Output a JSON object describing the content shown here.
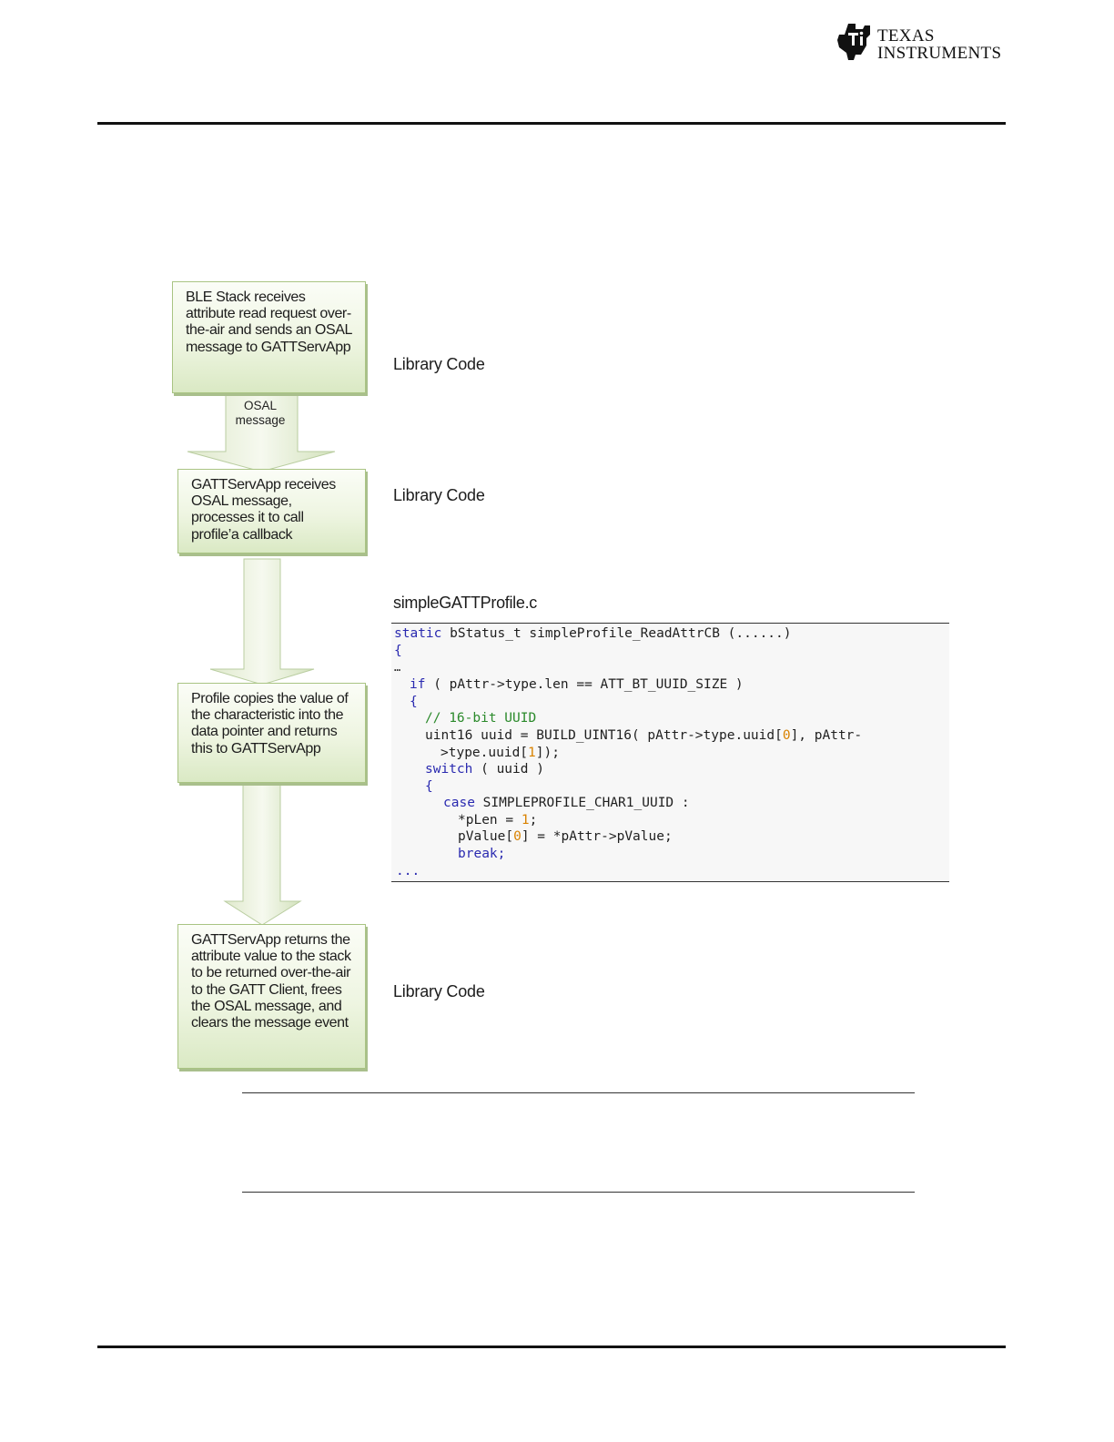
{
  "header": {
    "logo_line1": "Texas",
    "logo_line2": "Instruments",
    "logo_icon": "ti-chip-logo-icon"
  },
  "flow": {
    "boxes": [
      "BLE Stack receives attribute read request over-the-air and sends an OSAL message to GATTServApp",
      "GATTServApp receives OSAL message, processes it to call profile’a callback",
      "Profile copies the value of the characteristic into the data pointer and returns this to GATTServApp",
      "GATTServApp returns the attribute value to the stack to be returned over-the-air to the GATT Client, frees the OSAL message, and clears the message event"
    ],
    "arrow_label": "OSAL message",
    "side_labels": [
      "Library Code",
      "Library Code",
      "Library Code"
    ]
  },
  "code": {
    "filename": "simpleGATTProfile.c",
    "lines": [
      "static bStatus_t simpleProfile_ReadAttrCB (......)",
      "{",
      "…",
      "if ( pAttr->type.len == ATT_BT_UUID_SIZE )",
      "{",
      "// 16-bit UUID",
      "uint16 uuid = BUILD_UINT16( pAttr->type.uuid[0], pAttr-",
      ">type.uuid[1]);",
      "switch ( uuid )",
      "{",
      "case SIMPLEPROFILE_CHAR1_UUID :",
      "*pLen = 1;",
      "pValue[0] = *pAttr->pValue;",
      "break;",
      "..."
    ]
  },
  "colors": {
    "box_fill": "#eef5e1",
    "box_border": "#a9c483",
    "keyword": "#2a2ab0",
    "comment": "#2b8a2b",
    "number": "#d98200"
  }
}
